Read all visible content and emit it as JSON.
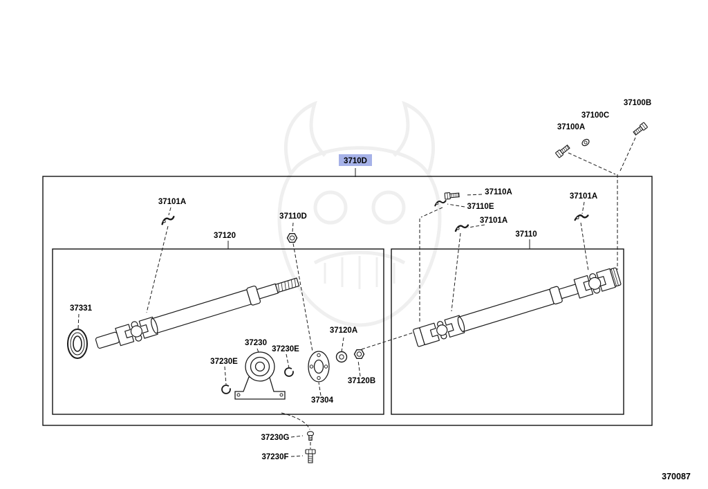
{
  "page": {
    "background": "#ffffff"
  },
  "colors": {
    "highlight_fill": "#a6b2e8",
    "line": "#1a1a1a",
    "watermark": "#e2e2e2"
  },
  "diagram": {
    "highlighted_part": "3710D",
    "assemblies": {
      "front_shaft": "37120",
      "rear_shaft": "37110"
    },
    "labels": {
      "p37100B": "37100B",
      "p37100C": "37100C",
      "p37100A": "37100A",
      "p3710D": "3710D",
      "p37101A_1": "37101A",
      "p37110D": "37110D",
      "p37110A": "37110A",
      "p37110E": "37110E",
      "p37101A_2": "37101A",
      "p37101A_3": "37101A",
      "p37120": "37120",
      "p37110": "37110",
      "p37331": "37331",
      "p37230": "37230",
      "p37230E_1": "37230E",
      "p37230E_2": "37230E",
      "p37120A": "37120A",
      "p37120B": "37120B",
      "p37304": "37304",
      "p37230G": "37230G",
      "p37230F": "37230F"
    },
    "hardware_icons": [
      "bolt-icon",
      "nut-icon",
      "clip-icon",
      "washer-icon",
      "snap-ring-icon",
      "seal-ring-icon",
      "center-bearing-icon",
      "flange-icon"
    ]
  },
  "footer": {
    "drawing_number": "370087"
  }
}
